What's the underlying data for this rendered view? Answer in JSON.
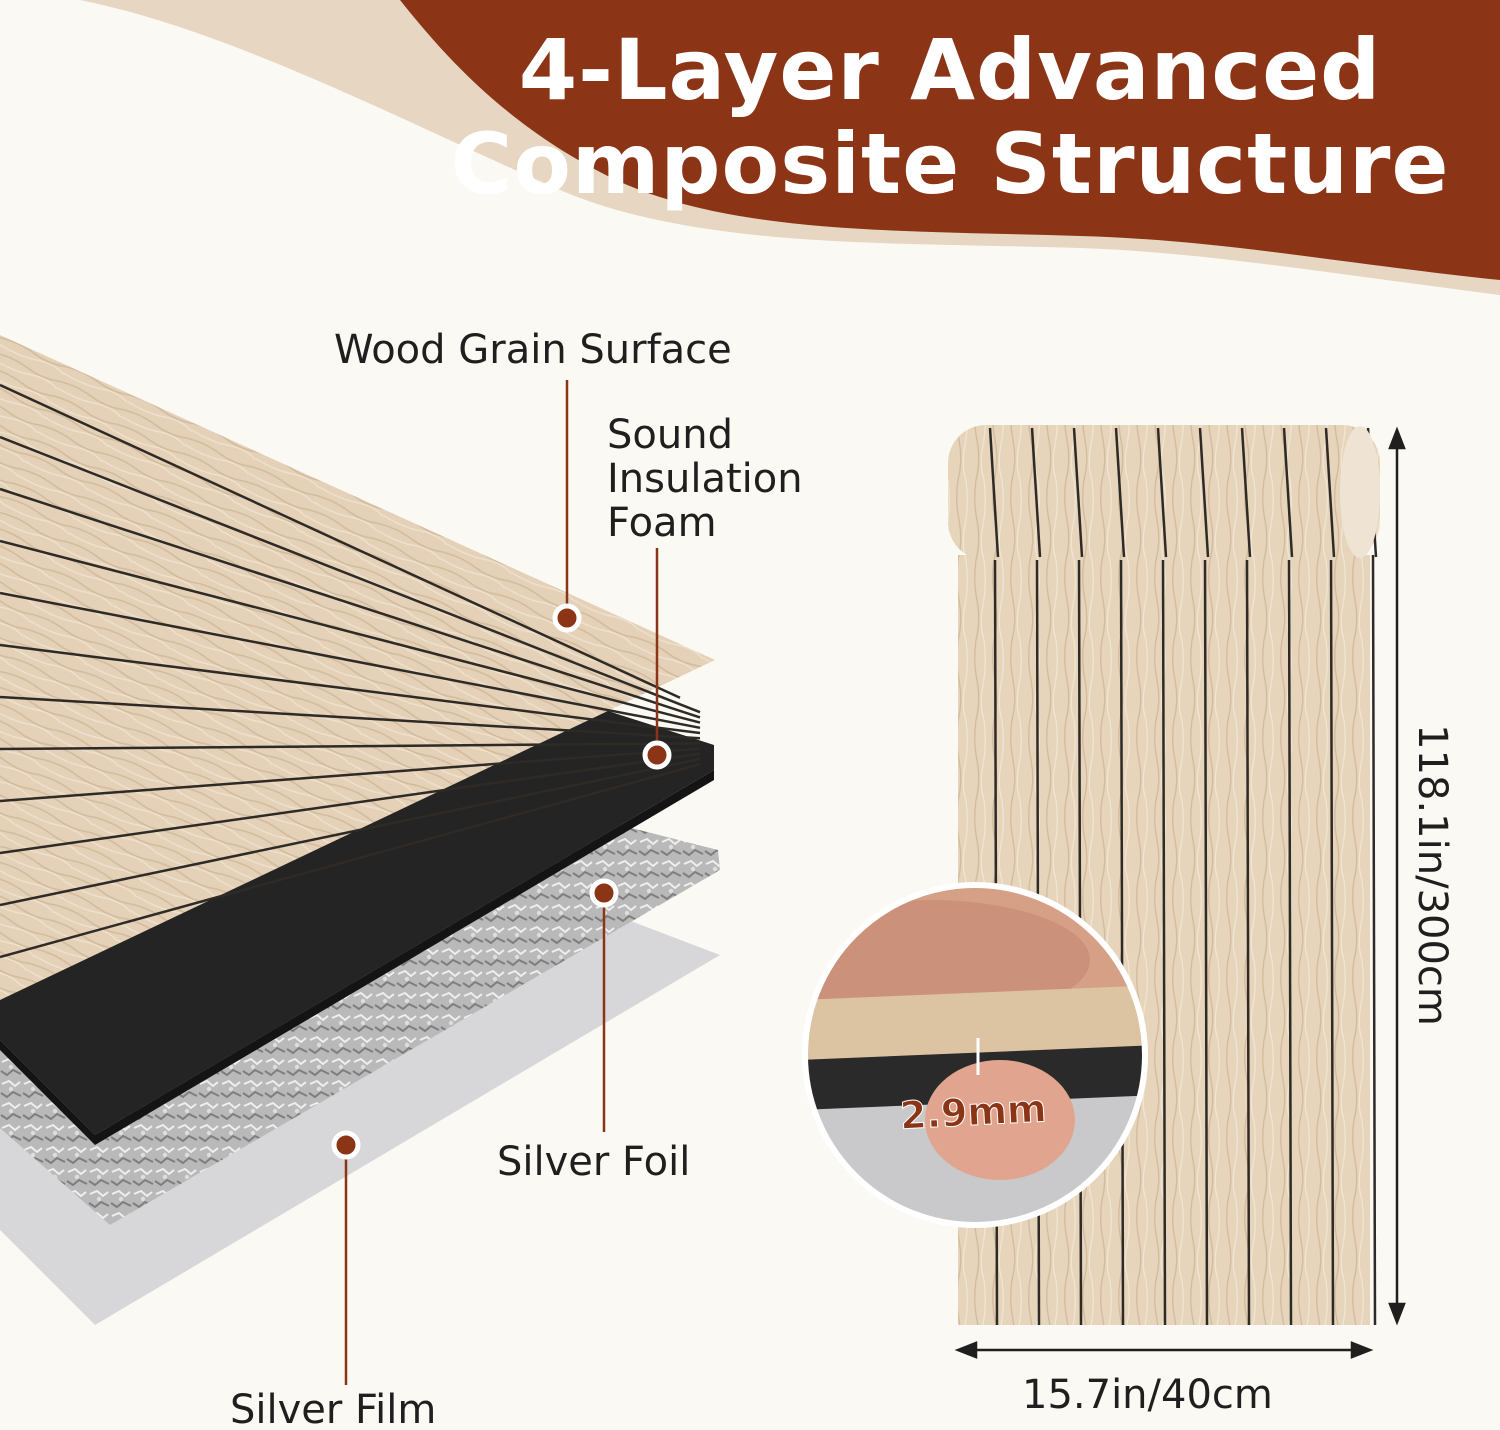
{
  "title_line1": "4-Layer Advanced",
  "title_line2": "Composite Structure",
  "layers": {
    "wood": "Wood Grain Surface",
    "sound": "Sound\nInsulation\nFoam",
    "foil": "Silver Foil",
    "film": "Silver Film"
  },
  "dimensions": {
    "length": "118.1in/300cm",
    "width": "15.7in/40cm",
    "thickness": "2.9mm"
  },
  "colors": {
    "brand": "#8b3416",
    "cream": "#e6d6c2",
    "background": "#fbf9f3"
  }
}
